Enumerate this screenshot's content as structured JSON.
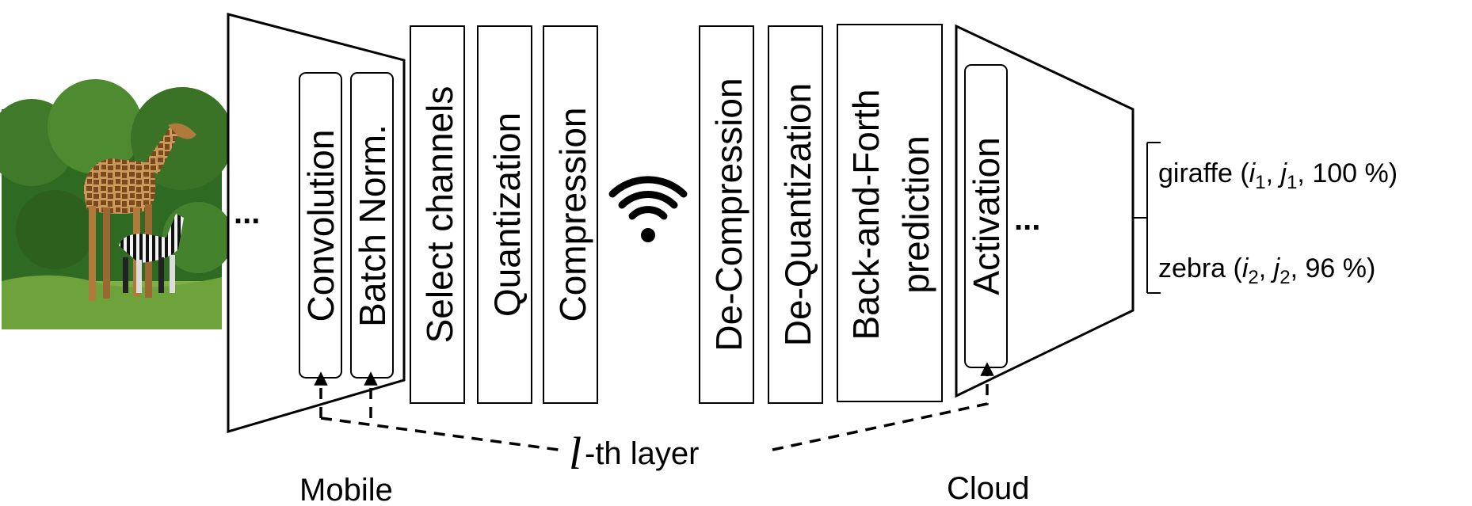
{
  "mobile": {
    "label": "Mobile",
    "layers": [
      "Convolution",
      "Batch Norm."
    ],
    "ellipsis": "..."
  },
  "encoder_blocks": [
    "Select channels",
    "Quantization",
    "Compression"
  ],
  "decoder_blocks": [
    "De-Compression",
    "De-Quantization"
  ],
  "prediction_block": {
    "line1": "Back-and-Forth",
    "line2": "prediction"
  },
  "cloud": {
    "label": "Cloud",
    "layers": [
      "Activation"
    ],
    "ellipsis": "..."
  },
  "layer_annotation": {
    "symbol": "l",
    "text": "-th layer"
  },
  "outputs": [
    {
      "name": "giraffe",
      "i": "i",
      "i_sub": "1",
      "j": "j",
      "j_sub": "1",
      "confidence": "100 %"
    },
    {
      "name": "zebra",
      "i": "i",
      "i_sub": "2",
      "j": "j",
      "j_sub": "2",
      "confidence": "96 %"
    }
  ],
  "icons": {
    "input_image": "giraffe-zebra-photo-icon",
    "wireless": "wifi-icon"
  },
  "colors": {
    "foliage": "#3f7a2a",
    "grass": "#7fb045",
    "giraffe": "#b07a3c"
  }
}
